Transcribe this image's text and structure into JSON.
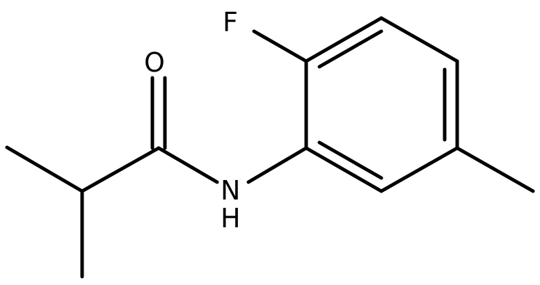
{
  "molecule": {
    "atoms": {
      "fluorine": "F",
      "oxygen": "O",
      "nitrogen": "N",
      "hydrogen": "H"
    }
  },
  "colors": {
    "bond": "#000000",
    "background": "#ffffff"
  }
}
